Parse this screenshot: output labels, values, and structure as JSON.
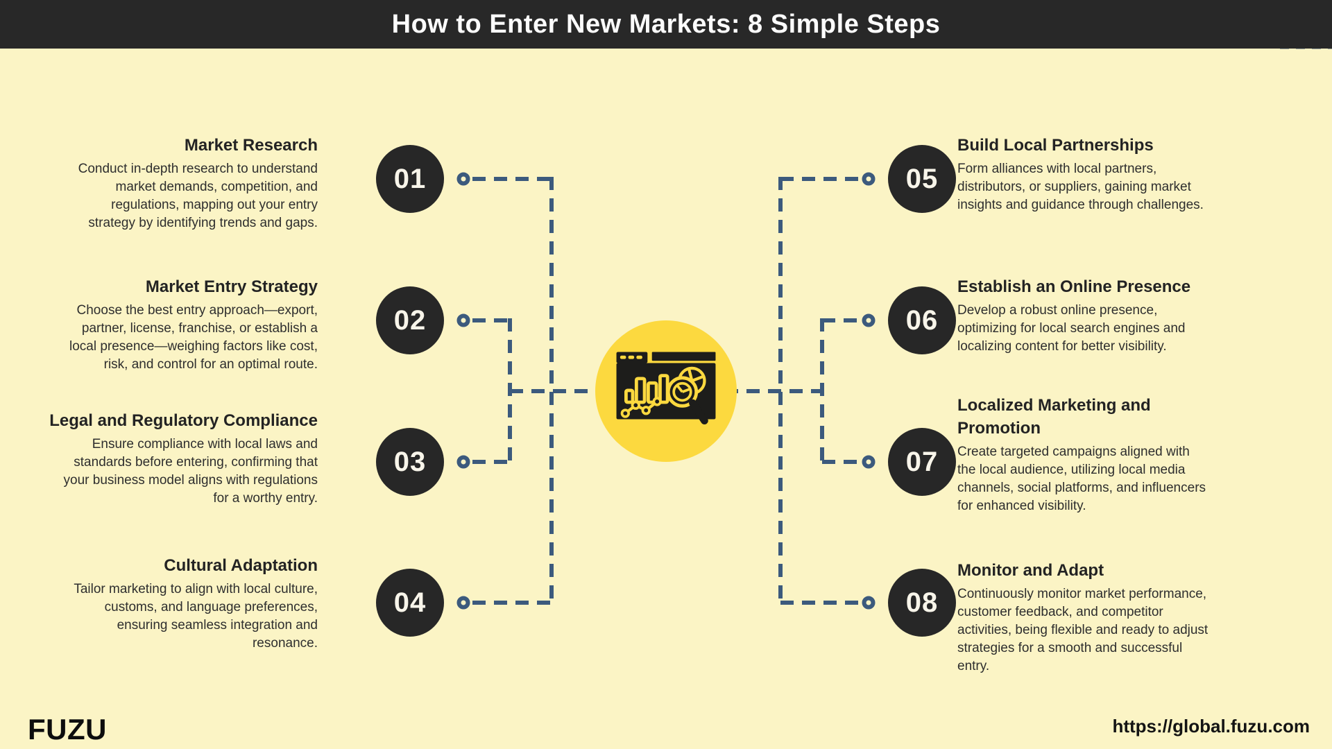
{
  "header": {
    "title": "How to Enter New Markets: 8 Simple Steps"
  },
  "steps_left": [
    {
      "number": "01",
      "title": [
        "Market Research"
      ],
      "description": [
        "Conduct in-depth research to understand",
        "market demands, competition, and",
        "regulations, mapping out your entry",
        "strategy by identifying trends and gaps."
      ]
    },
    {
      "number": "02",
      "title": [
        "Market Entry Strategy"
      ],
      "description": [
        "Choose the best entry approach—export,",
        "partner, license, franchise, or establish a",
        "local presence—weighing factors like cost,",
        "risk, and control for an optimal route."
      ]
    },
    {
      "number": "03",
      "title": [
        "Legal and Regulatory Compliance"
      ],
      "description": [
        "Ensure compliance with local laws and",
        "standards before entering, confirming that",
        "your business model aligns with regulations",
        "for a worthy entry."
      ]
    },
    {
      "number": "04",
      "title": [
        "Cultural Adaptation"
      ],
      "description": [
        "Tailor marketing to align with local culture,",
        "customs, and language preferences,",
        "ensuring seamless integration and",
        "resonance."
      ]
    }
  ],
  "steps_right": [
    {
      "number": "05",
      "title": [
        "Build Local Partnerships"
      ],
      "description": [
        "Form alliances with local partners,",
        "distributors, or suppliers, gaining market",
        "insights and guidance through challenges."
      ]
    },
    {
      "number": "06",
      "title": [
        "Establish an Online Presence"
      ],
      "description": [
        "Develop a robust online presence,",
        "optimizing for local search engines and",
        "localizing content for better visibility."
      ]
    },
    {
      "number": "07",
      "title": [
        "Localized Marketing and",
        "Promotion"
      ],
      "description": [
        "Create targeted campaigns aligned with",
        "the local audience, utilizing local media",
        "channels, social platforms, and influencers",
        "for enhanced visibility."
      ]
    },
    {
      "number": "08",
      "title": [
        "Monitor and Adapt"
      ],
      "description": [
        "Continuously monitor market performance,",
        "customer feedback, and competitor",
        "activities, being flexible and ready to adjust",
        "strategies for a smooth and successful",
        "entry."
      ]
    }
  ],
  "center": {
    "icon": "market-analytics-icon"
  },
  "footer": {
    "logo": "FUZU",
    "url": "https://global.fuzu.com"
  },
  "colors": {
    "background": "#FBF4C5",
    "header_bg": "#282828",
    "accent_yellow": "#FCD93F",
    "connector_blue": "#3C5A7D",
    "badge_dark": "#272727",
    "text_dark": "#2E2E2E"
  }
}
